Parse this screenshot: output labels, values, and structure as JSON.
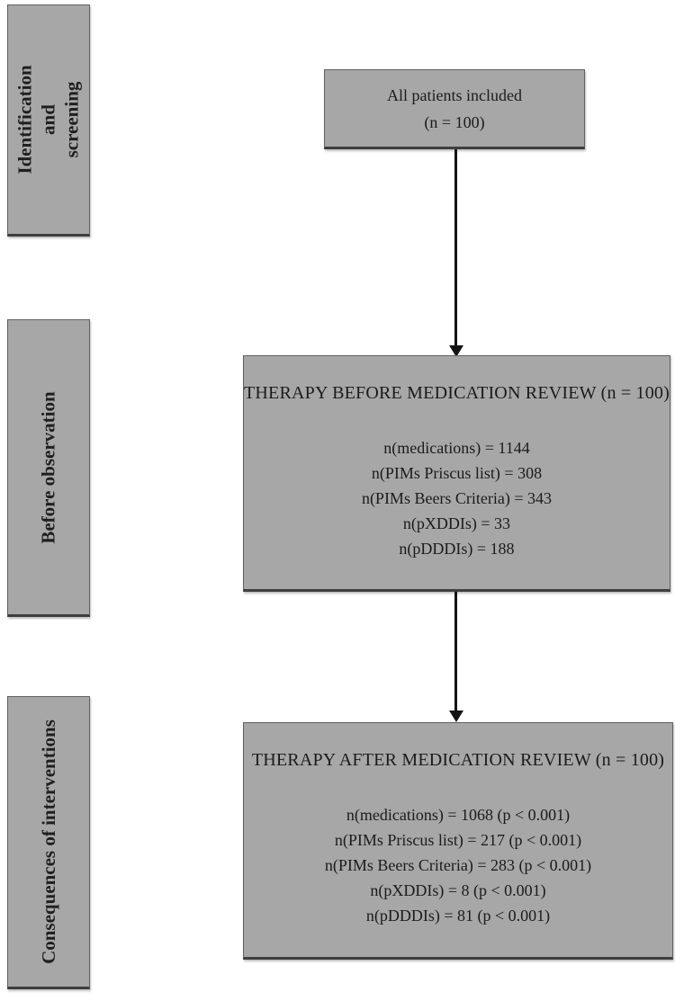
{
  "figure": {
    "stages": [
      {
        "label": "Identification and screening"
      },
      {
        "label": "Before observation"
      },
      {
        "label": "Consequences of interventions"
      }
    ],
    "top_box": {
      "line1": "All patients included",
      "line2": "(n = 100)"
    },
    "before_box": {
      "title": "THERAPY BEFORE MEDICATION REVIEW (n = 100)",
      "stats": [
        "n(medications) = 1144",
        "n(PIMs Priscus list) = 308",
        "n(PIMs Beers Criteria) = 343",
        "n(pXDDIs) = 33",
        "n(pDDDIs) = 188"
      ]
    },
    "after_box": {
      "title": "THERAPY AFTER MEDICATION REVIEW (n = 100)",
      "stats": [
        "n(medications) = 1068 (p < 0.001)",
        "n(PIMs Priscus list) = 217 (p < 0.001)",
        "n(PIMs Beers Criteria) = 283 (p < 0.001)",
        "n(pXDDIs) = 8 (p < 0.001)",
        "n(pDDDIs) = 81 (p < 0.001)"
      ]
    },
    "colors": {
      "box_fill": "#a7a7a7",
      "box_border": "#606060",
      "arrow": "#141414",
      "text": "#1b1b1b"
    }
  }
}
